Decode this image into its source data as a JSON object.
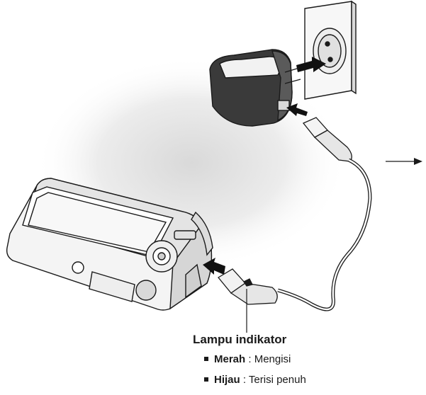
{
  "callout": {
    "title": "Lampu indikator",
    "items": [
      {
        "name": "Merah",
        "sep": " : ",
        "desc": "Mengisi"
      },
      {
        "name": "Hijau",
        "sep": " : ",
        "desc": "Terisi penuh"
      }
    ]
  },
  "colors": {
    "line": "#1a1a1a",
    "fill_light": "#f4f4f4",
    "fill_mid": "#dcdcdc",
    "fill_dark": "#3a3a3a",
    "shadow": "#e2e2e2"
  }
}
